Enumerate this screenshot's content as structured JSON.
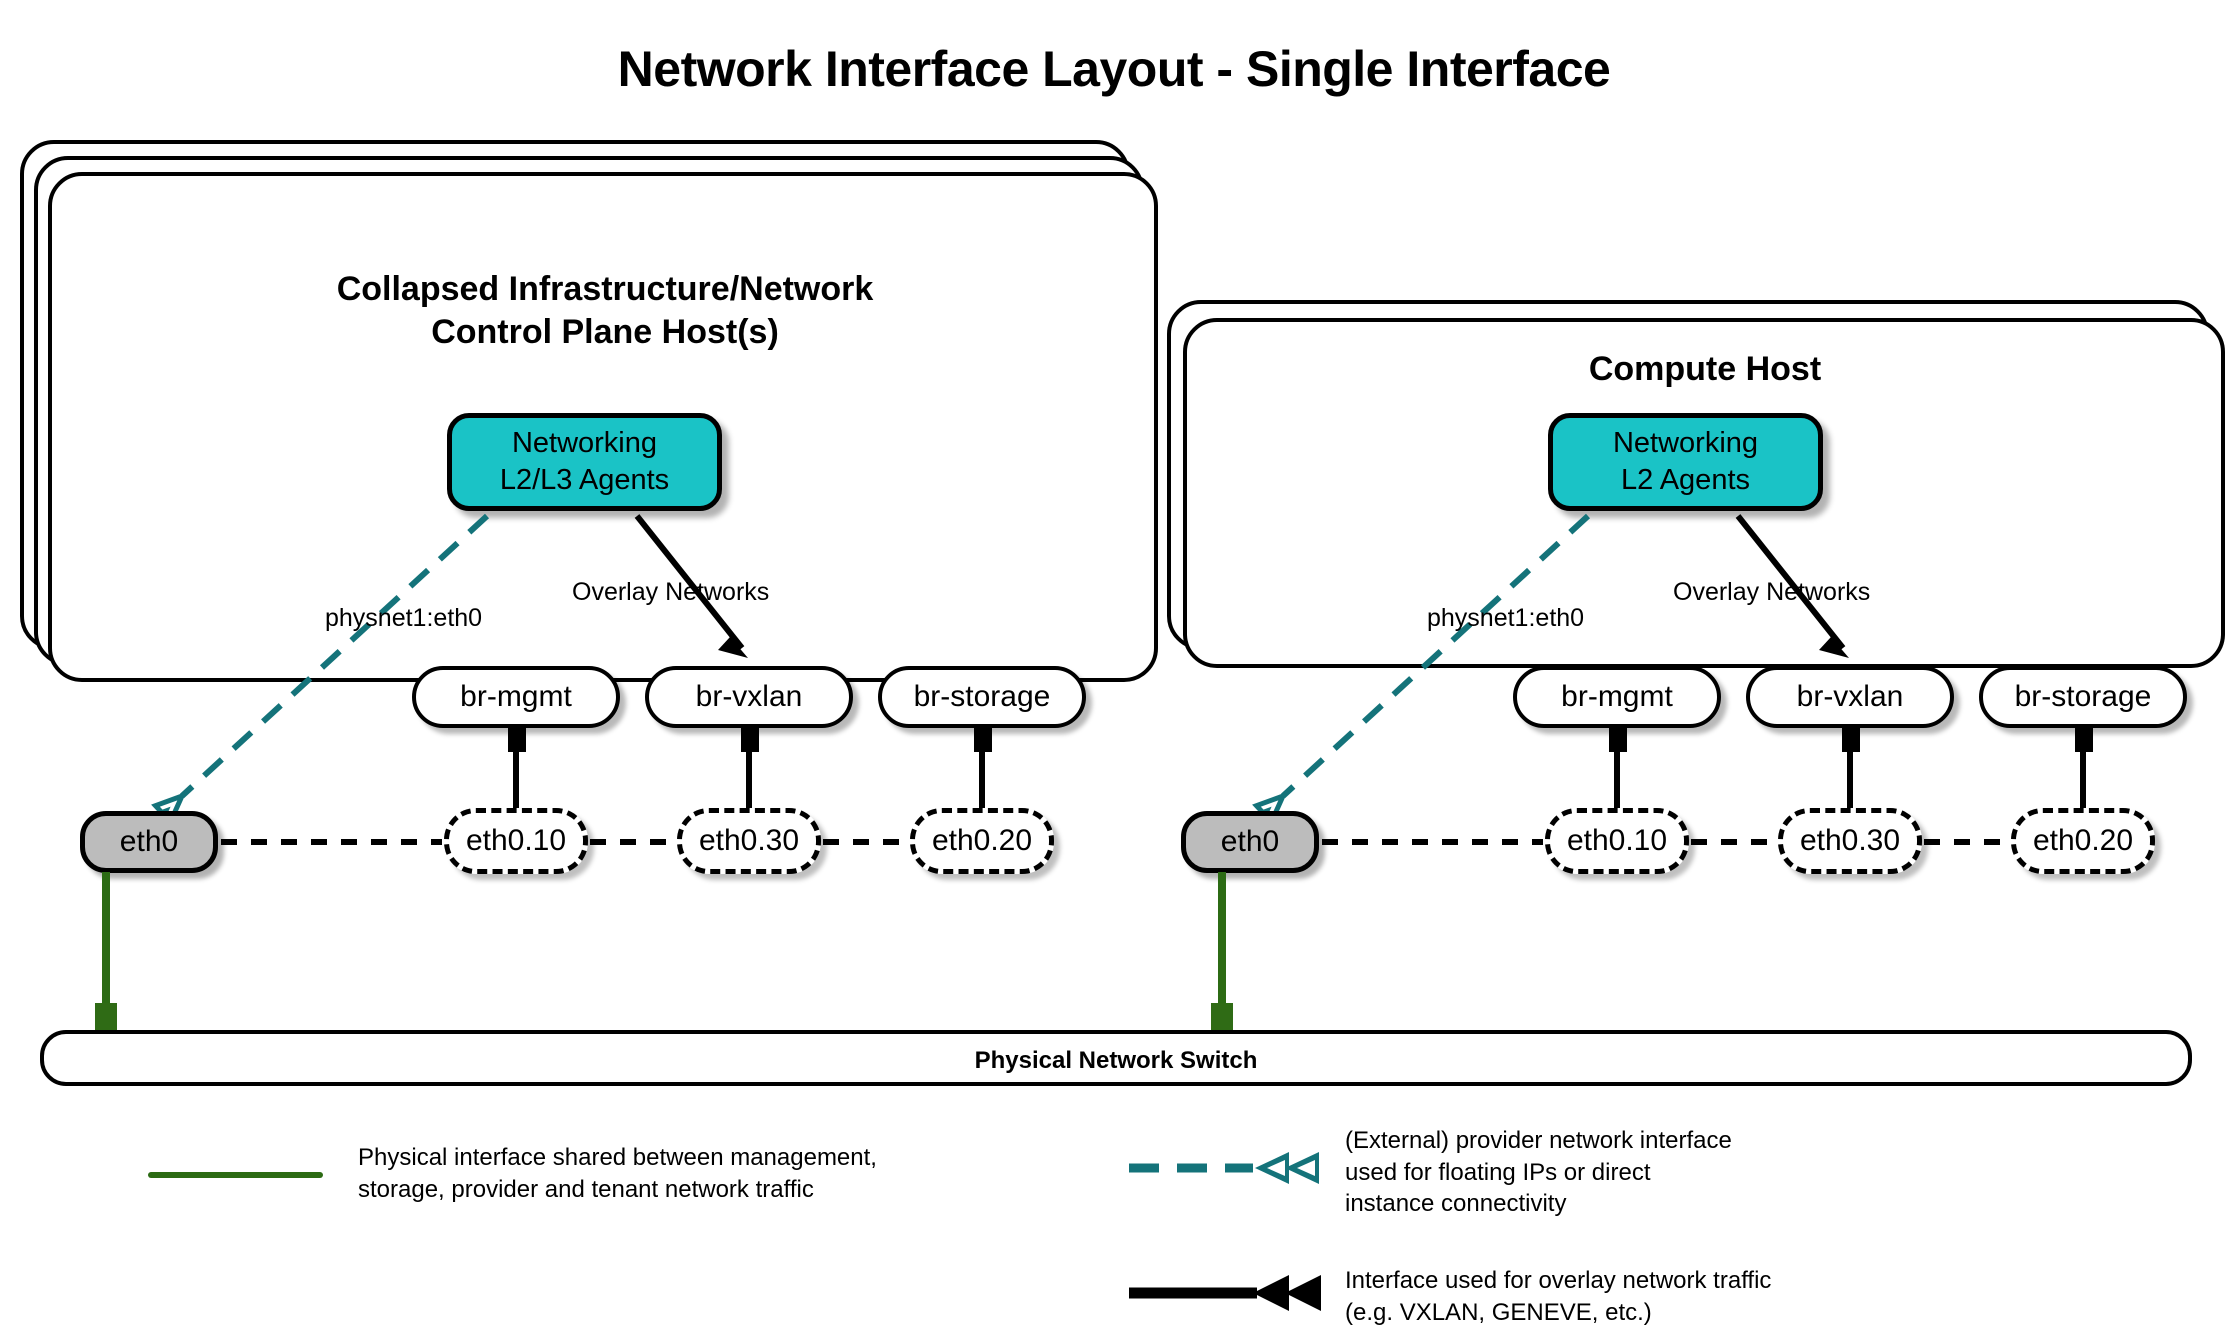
{
  "page": {
    "title": "Network Interface Layout - Single Interface"
  },
  "colors": {
    "agent_fill": "#1ac3c6",
    "physical_link": "#2c6b14",
    "provider_link": "#14737a",
    "overlay_link": "#000000",
    "eth_fill": "#bcbcbc"
  },
  "hosts": [
    {
      "id": "control-plane",
      "title": "Collapsed Infrastructure/Network\nControl Plane Host(s)",
      "title_line1": "Collapsed Infrastructure/Network",
      "title_line2": "Control Plane Host(s)",
      "stack_layers": 3,
      "agent": {
        "line1": "Networking",
        "line2": "L2/L3 Agents"
      },
      "labels": {
        "provider": "physnet1:eth0",
        "overlay": "Overlay Networks"
      },
      "physical_interface": "eth0",
      "bridges": [
        {
          "bridge": "br-mgmt",
          "vlan": "eth0.10"
        },
        {
          "bridge": "br-vxlan",
          "vlan": "eth0.30"
        },
        {
          "bridge": "br-storage",
          "vlan": "eth0.20"
        }
      ]
    },
    {
      "id": "compute",
      "title": "Compute Host",
      "title_line1": "Compute Host",
      "title_line2": "",
      "stack_layers": 2,
      "agent": {
        "line1": "Networking",
        "line2": "L2 Agents"
      },
      "labels": {
        "provider": "physnet1:eth0",
        "overlay": "Overlay Networks"
      },
      "physical_interface": "eth0",
      "bridges": [
        {
          "bridge": "br-mgmt",
          "vlan": "eth0.10"
        },
        {
          "bridge": "br-vxlan",
          "vlan": "eth0.30"
        },
        {
          "bridge": "br-storage",
          "vlan": "eth0.20"
        }
      ]
    }
  ],
  "switch": {
    "label": "Physical Network Switch"
  },
  "legend": [
    {
      "id": "physical",
      "style": "solid-green-line",
      "text": "Physical interface shared between management,\nstorage, provider and tenant network traffic"
    },
    {
      "id": "provider",
      "style": "dashed-teal-double-arrow",
      "text": "(External) provider network interface\nused for floating IPs or direct\ninstance connectivity"
    },
    {
      "id": "overlay",
      "style": "solid-black-double-arrow",
      "text": "Interface used for overlay network traffic\n(e.g. VXLAN, GENEVE, etc.)"
    }
  ]
}
